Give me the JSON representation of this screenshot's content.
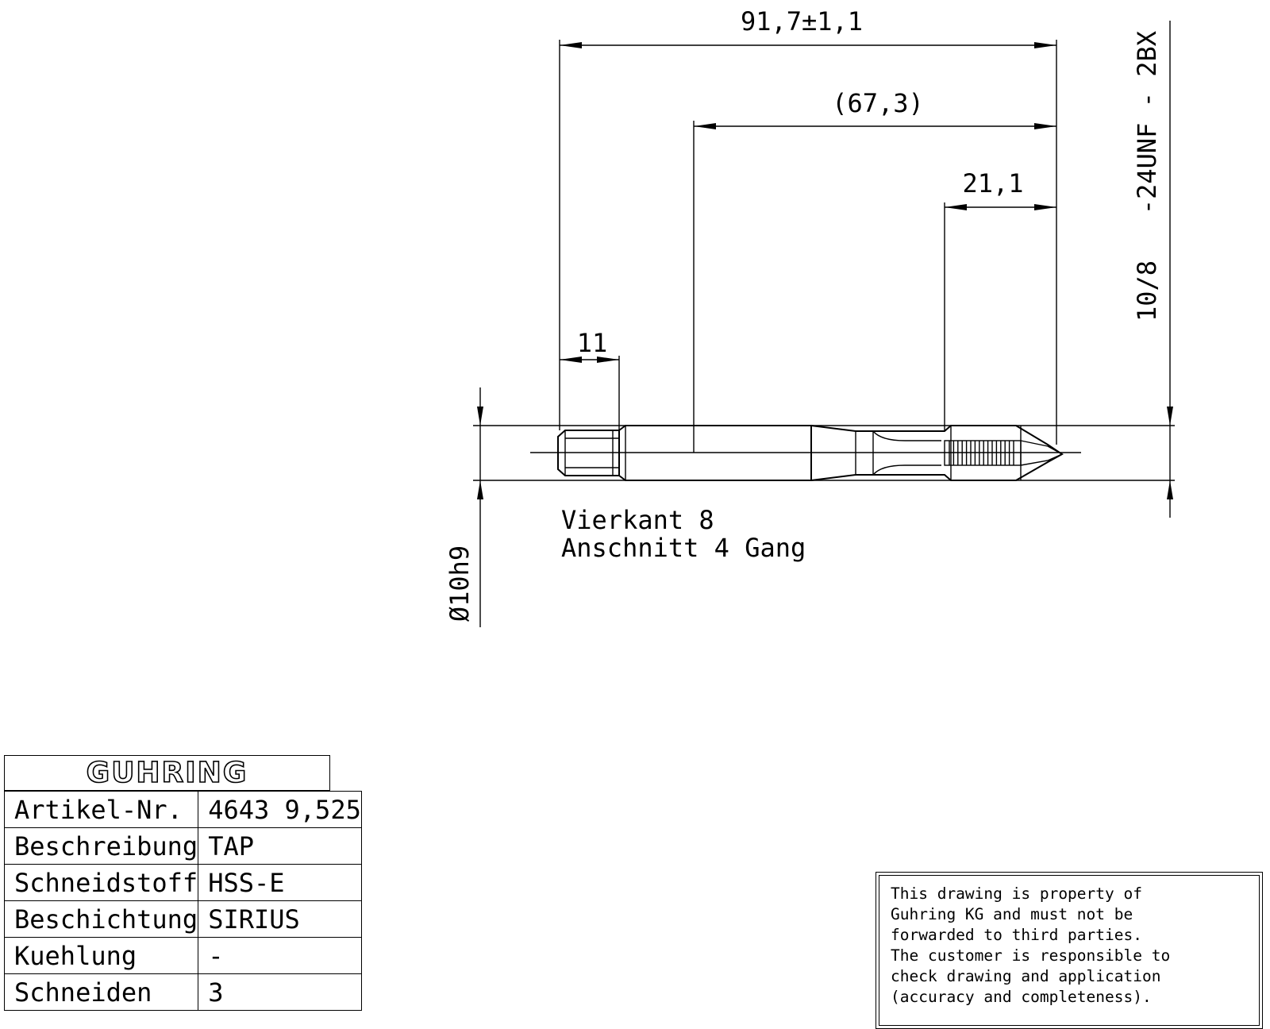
{
  "dimensions": {
    "overall_length": "91,7±1,1",
    "shank_length": "(67,3)",
    "thread_length": "21,1",
    "square_length": "11",
    "thread_spec": "10/8   -24UNF - 2BX",
    "diameter": "Ø10h9"
  },
  "notes": {
    "line1": "Vierkant 8",
    "line2": "Anschnitt 4 Gang"
  },
  "title_block": {
    "logo": "GUHRING",
    "rows": [
      {
        "label": "Artikel-Nr.",
        "value": "4643 9,525"
      },
      {
        "label": "Beschreibung",
        "value": "TAP"
      },
      {
        "label": "Schneidstoff",
        "value": "HSS-E"
      },
      {
        "label": "Beschichtung",
        "value": "SIRIUS"
      },
      {
        "label": "Kuehlung",
        "value": "-"
      },
      {
        "label": "Schneiden",
        "value": "3"
      }
    ]
  },
  "notice": {
    "lines": [
      "This drawing is property of",
      "Guhring KG and must not be",
      "forwarded to third parties.",
      "The customer is responsible to",
      "check drawing and application",
      "(accuracy and completeness)."
    ]
  }
}
